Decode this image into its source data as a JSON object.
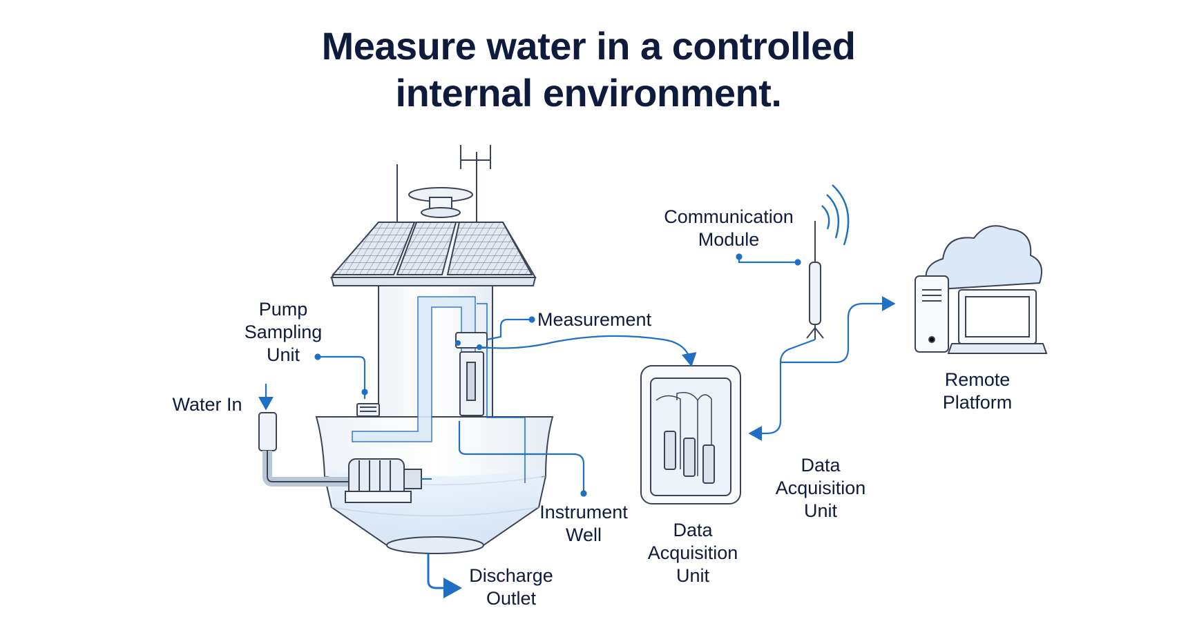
{
  "title": {
    "line1": "Measure water in a controlled",
    "line2": "internal environment."
  },
  "labels": {
    "pump_sampling_unit": [
      "Pump",
      "Sampling",
      "Unit"
    ],
    "water_in": "Water In",
    "measurement": "Measurement",
    "instrument_well": [
      "Instrument",
      "Well"
    ],
    "discharge_outlet": [
      "Discharge",
      "Outlet"
    ],
    "data_acquisition_unit_bottom": [
      "Data",
      "Acquisition",
      "Unit"
    ],
    "data_acquisition_unit_right": [
      "Data",
      "Acquisition",
      "Unit"
    ],
    "communication_module": [
      "Communication",
      "Module"
    ],
    "remote_platform": [
      "Remote",
      "Platform"
    ]
  },
  "colors": {
    "ink": "#0f1b3d",
    "accent_blue": "#1f6fc5",
    "water_tint": "#dbe9f7",
    "line_gray": "#3a4356"
  },
  "icons": [
    "solar-panel-icon",
    "antenna-icon",
    "pump-motor-icon",
    "sensor-probe-icon",
    "wifi-signal-icon",
    "cloud-icon",
    "desktop-computer-icon",
    "laptop-icon"
  ]
}
